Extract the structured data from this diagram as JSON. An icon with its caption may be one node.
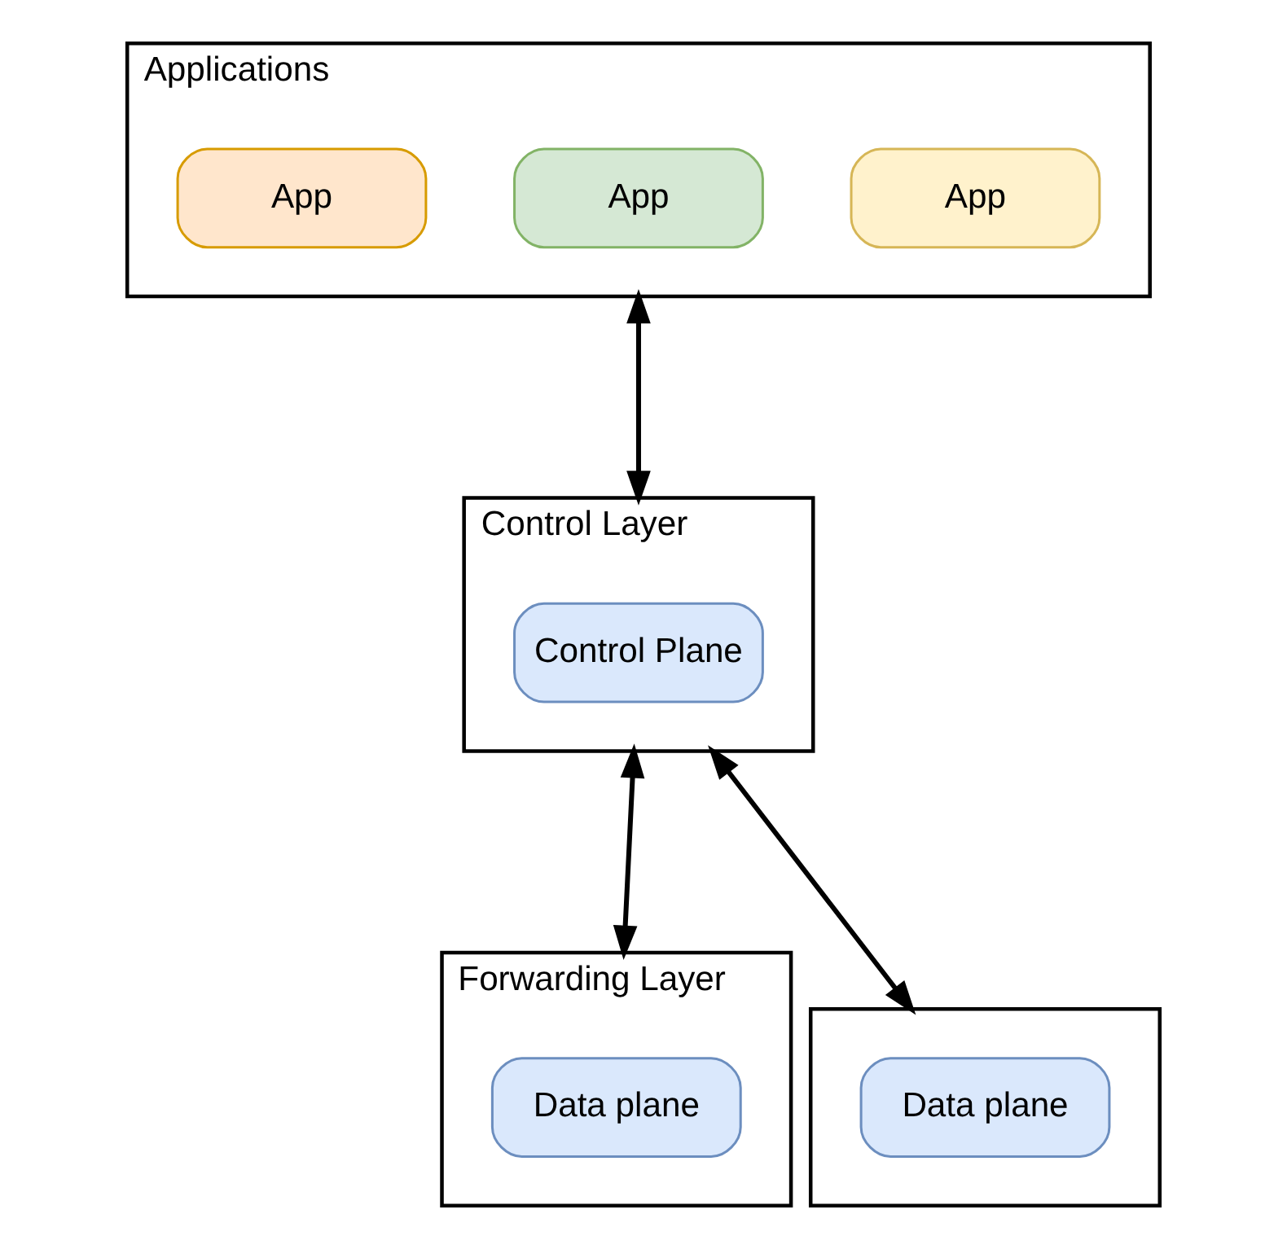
{
  "diagram": {
    "nodes": [
      {
        "text": [
          "Applications"
        ]
      },
      {
        "text": [
          "App"
        ],
        "in": 0
      },
      {
        "text": [
          "App"
        ],
        "in": 0
      },
      {
        "text": [
          "App"
        ],
        "in": 0
      },
      {
        "text": [
          "Control Layer"
        ]
      },
      {
        "text": [
          "Control Plane"
        ],
        "in": 4
      },
      {
        "text": [
          "Forwarding Layer"
        ]
      },
      {
        "text": [
          "Data plane"
        ],
        "in": 6
      },
      {
        "text": [],
        "shape": "box"
      },
      {
        "text": [
          "Data plane"
        ],
        "in": 8
      }
    ],
    "edges": [
      {
        "from": 0,
        "to": 4,
        "arrow": "both"
      },
      {
        "from": 4,
        "to": 6,
        "arrow": "both"
      },
      {
        "from": 4,
        "to": 8,
        "arrow": "both"
      }
    ]
  }
}
